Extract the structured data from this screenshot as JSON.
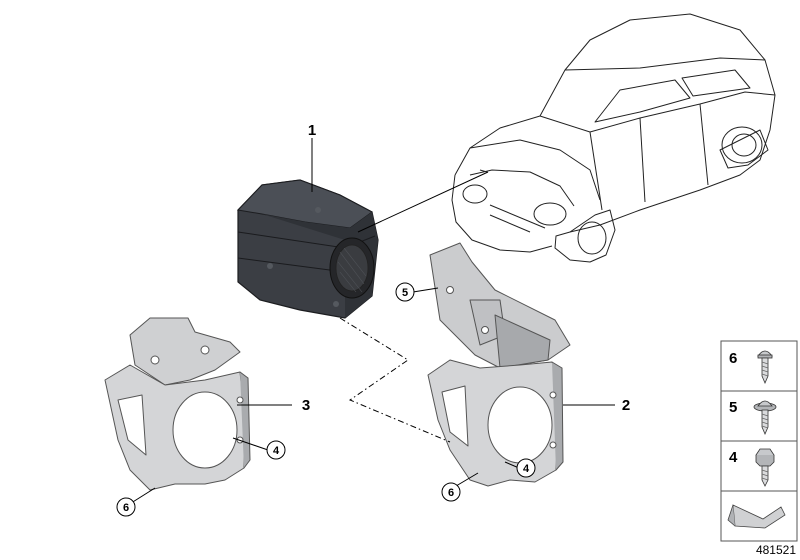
{
  "diagram": {
    "callouts": {
      "siren": "1",
      "bracket_right": "2",
      "bracket_left": "3",
      "bolt_a": "4",
      "bolt_b": "4",
      "bracket_top": "5",
      "screw_a": "6",
      "screw_b": "6"
    },
    "legend": [
      {
        "number": "6",
        "icon": "screw-icon"
      },
      {
        "number": "5",
        "icon": "flange-screw-icon"
      },
      {
        "number": "4",
        "icon": "hex-bolt-icon"
      }
    ],
    "diagram_number": "481521"
  }
}
